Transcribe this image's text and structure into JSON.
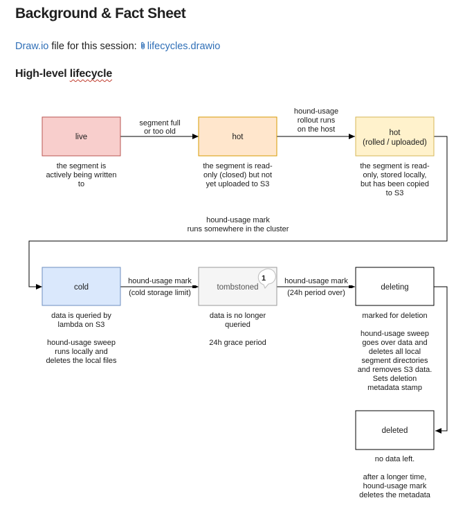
{
  "page": {
    "title": "Background & Fact Sheet",
    "file_link_text": "Draw.io",
    "file_line_text": "file for this session:",
    "file_name": "lifecycles.drawio",
    "section_title_a": "High-level",
    "section_title_b": "lifecycle"
  },
  "diagram": {
    "live": {
      "label": "live",
      "desc": [
        "the segment is",
        "actively being written",
        "to"
      ]
    },
    "hot": {
      "label": "hot",
      "desc": [
        "the segment is read-",
        "only (closed) but not",
        "yet uploaded to S3"
      ]
    },
    "hot_rolled": {
      "label": [
        "hot",
        "(rolled / uploaded)"
      ],
      "desc": [
        "the segment is read-",
        "only, stored locally,",
        "but has been copied",
        "to S3"
      ]
    },
    "cold": {
      "label": "cold",
      "desc": [
        "data is queried by",
        "lambda on S3",
        "",
        "hound-usage sweep",
        "runs locally and",
        "deletes the local files"
      ]
    },
    "tombstoned": {
      "label": "tombstoned",
      "badge": "1",
      "desc": [
        "data is no longer",
        "queried",
        "",
        "24h grace period"
      ]
    },
    "deleting": {
      "label": "deleting",
      "desc": [
        "marked for deletion",
        "",
        "hound-usage sweep",
        "goes over data and",
        "deletes all local",
        "segment directories",
        "and removes S3 data.",
        "Sets deletion",
        "metadata stamp"
      ]
    },
    "deleted": {
      "label": "deleted",
      "desc": [
        "no data left.",
        "",
        "after a longer time,",
        "hound-usage mark",
        "deletes the metadata"
      ]
    },
    "edges": {
      "live_hot": [
        "segment full",
        "or too old"
      ],
      "hot_rolled": [
        "hound-usage",
        "rollout runs",
        "on the host"
      ],
      "rolled_cold": [
        "hound-usage mark",
        "runs somewhere in the cluster"
      ],
      "cold_tomb_top": "hound-usage mark",
      "cold_tomb_bottom": "(cold storage limit)",
      "tomb_deleting_top": "hound-usage mark",
      "tomb_deleting_bottom": "(24h period over)"
    },
    "colors": {
      "live_fill": "#f8cecc",
      "live_stroke": "#b85450",
      "hot_fill": "#ffe6cc",
      "hot_stroke": "#d79b00",
      "rolled_fill": "#fff2cc",
      "rolled_stroke": "#d6b656",
      "cold_fill": "#dae8fc",
      "cold_stroke": "#6c8ebf",
      "tomb_fill": "#f5f5f5",
      "tomb_stroke": "#999999",
      "plain_fill": "#ffffff",
      "plain_stroke": "#000000",
      "link": "#2f6fb7"
    }
  }
}
